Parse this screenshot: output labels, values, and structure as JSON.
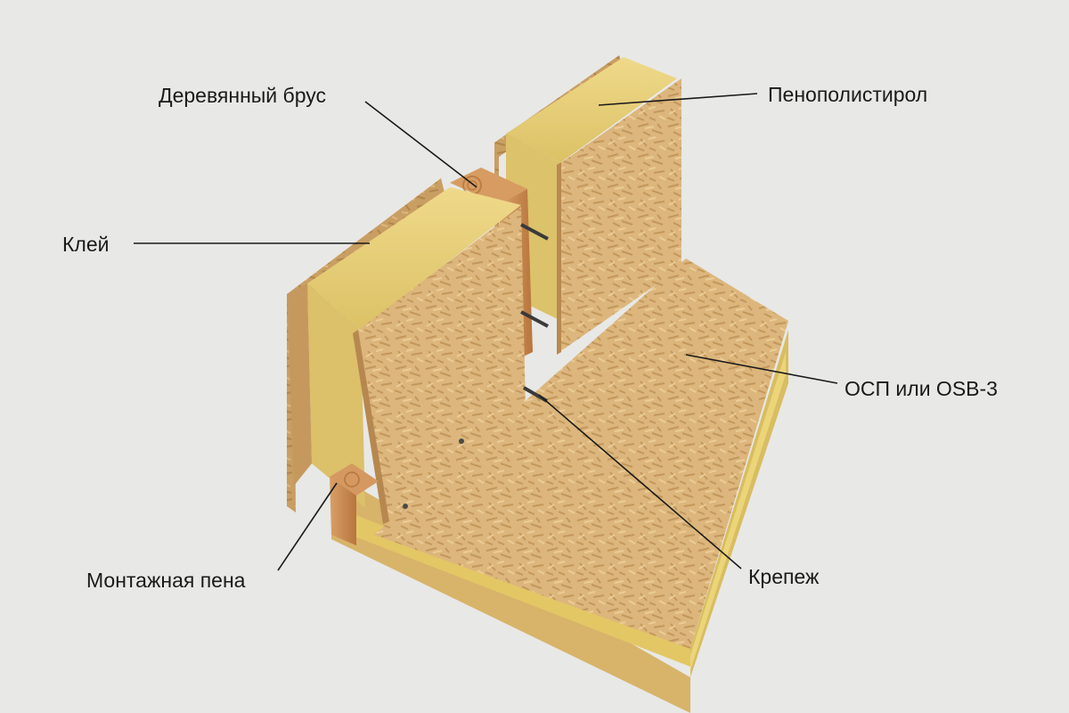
{
  "labels": {
    "timber_beam": "Деревянный брус",
    "polystyrene": "Пенополистирол",
    "glue": "Клей",
    "osb": "ОСП или OSB-3",
    "mounting_foam": "Монтажная пена",
    "fasteners": "Крепеж"
  },
  "colors": {
    "background": "#e8e8e6",
    "osb": "#d9b47a",
    "foam": "#e6cf73",
    "timber": "#c98a4f",
    "leader_line": "#1a1a1a"
  }
}
